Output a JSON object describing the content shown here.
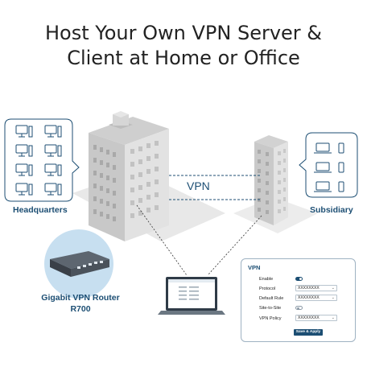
{
  "title": {
    "line1": "Host Your Own VPN Server &",
    "line2": "Client at Home or Office"
  },
  "labels": {
    "headquarters": "Headquarters",
    "subsidiary": "Subsidiary",
    "vpn": "VPN",
    "router_line1": "Gigabit VPN Router",
    "router_line2": "R700"
  },
  "vpn_panel": {
    "title": "VPN",
    "rows": [
      {
        "label": "Enable",
        "type": "toggle",
        "state": "on"
      },
      {
        "label": "Protocol",
        "type": "select",
        "value": "XXXXXXXX"
      },
      {
        "label": "Default Rule",
        "type": "select",
        "value": "XXXXXXXX"
      },
      {
        "label": "Site-to-Site",
        "type": "toggle",
        "state": "off"
      },
      {
        "label": "VPN Policy",
        "type": "select",
        "value": "XXXXXXXX"
      }
    ],
    "save_label": "Save & Apply"
  },
  "colors": {
    "accent": "#1c4e73",
    "building": "#d9d9d9",
    "shadow": "#e6e6e6"
  }
}
